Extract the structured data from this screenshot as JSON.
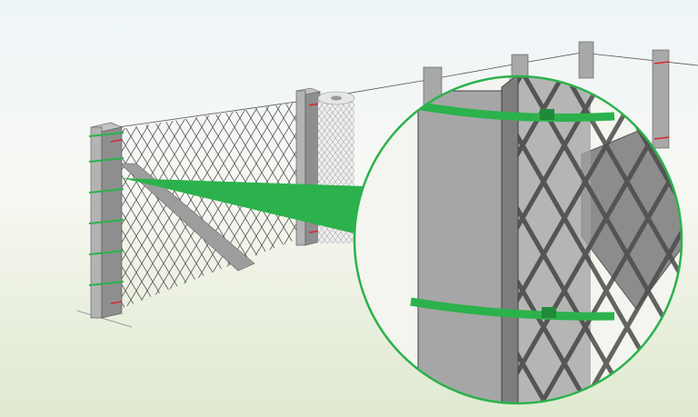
{
  "colors": {
    "sky_top": "#eef5f9",
    "ground_bottom": "#dfe9cf",
    "accent_green": "#2bb24c",
    "post_gray": "#9a9a9a",
    "post_dark": "#6f6f6f",
    "mesh": "#555555",
    "tie_red": "#d9262c"
  },
  "icons": [
    "fence-post",
    "chain-link-mesh",
    "mesh-roll",
    "magnifier-circle",
    "zip-tie"
  ]
}
